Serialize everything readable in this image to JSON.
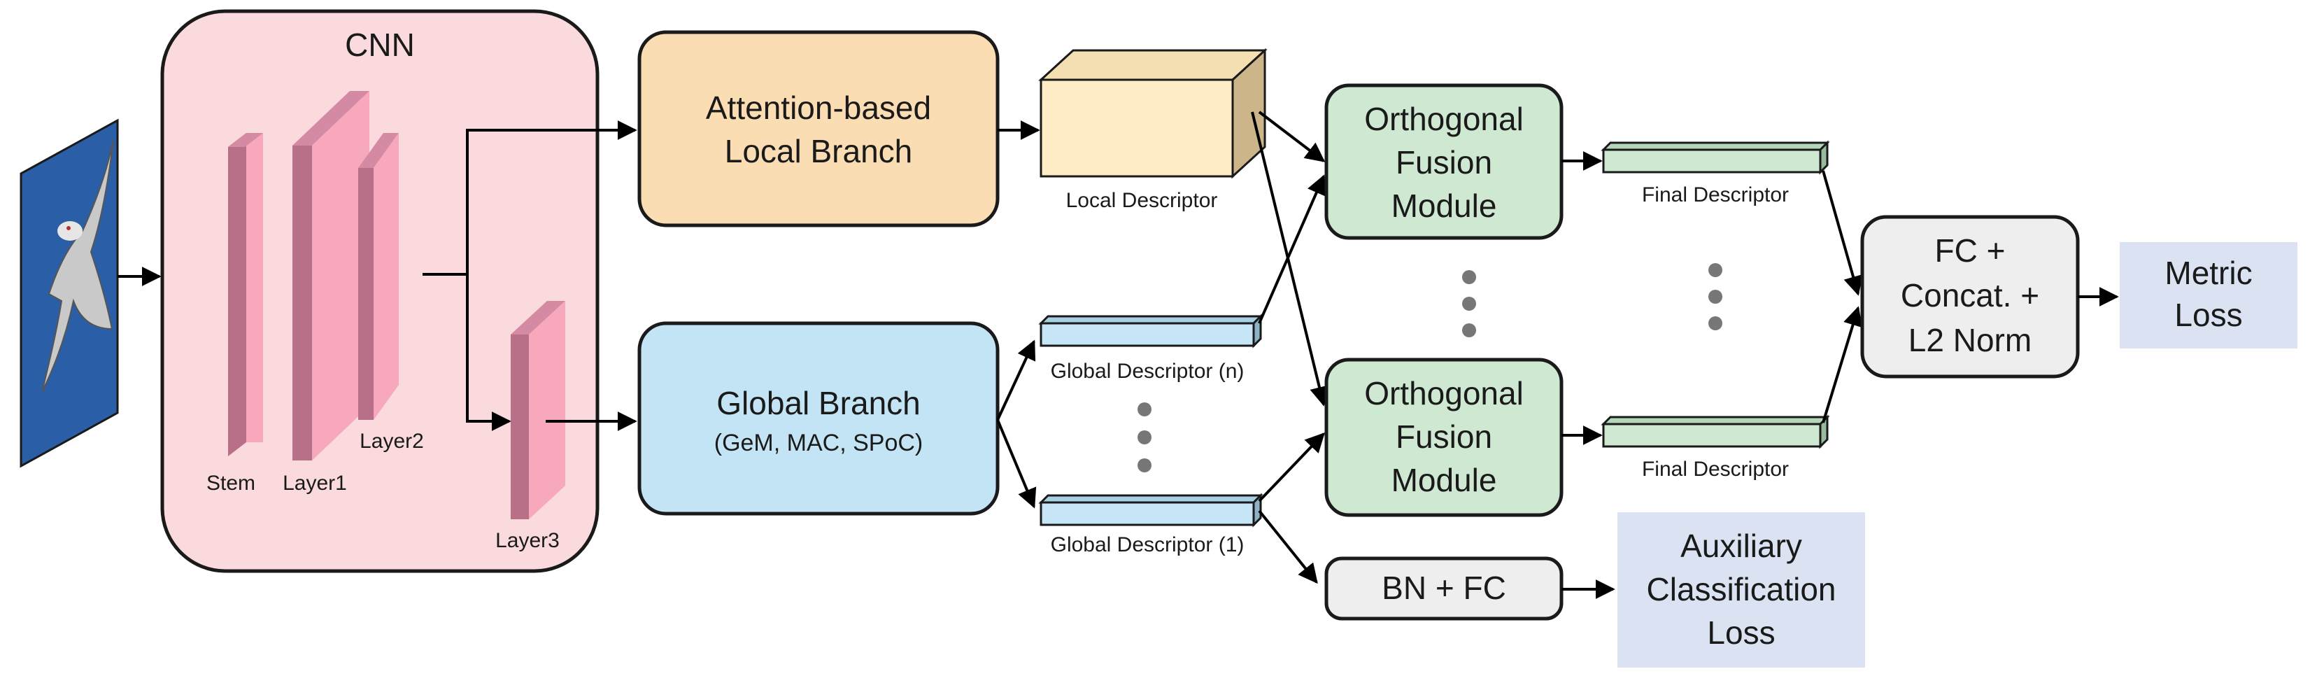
{
  "cnn": {
    "title": "CNN",
    "stem_label": "Stem",
    "layer1_label": "Layer1",
    "layer2_label": "Layer2",
    "layer3_label": "Layer3"
  },
  "local_branch": {
    "line1": "Attention-based",
    "line2": "Local Branch"
  },
  "global_branch": {
    "line1": "Global Branch",
    "line2": "(GeM, MAC, SPoC)"
  },
  "local_descriptor_label": "Local Descriptor",
  "global_descriptor_top_label": "Global Descriptor (n)",
  "global_descriptor_bottom_label": "Global Descriptor (1)",
  "fusion_top": {
    "line1": "Orthogonal",
    "line2": "Fusion",
    "line3": "Module"
  },
  "fusion_bottom": {
    "line1": "Orthogonal",
    "line2": "Fusion",
    "line3": "Module"
  },
  "final_descriptor_top_label": "Final Descriptor",
  "final_descriptor_bottom_label": "Final Descriptor",
  "fc_concat": {
    "line1": "FC +",
    "line2": "Concat. +",
    "line3": "L2 Norm"
  },
  "metric_loss": {
    "line1": "Metric",
    "line2": "Loss"
  },
  "bn_fc": "BN + FC",
  "aux_loss": {
    "line1": "Auxiliary",
    "line2": "Classification",
    "line3": "Loss"
  },
  "colors": {
    "cnn_bg": "#fadadd",
    "layer_face": "#f7a8bc",
    "layer_side": "#b87088",
    "local_branch": "#fbddb3",
    "global_branch": "#c3e4f5",
    "fusion": "#cfe8d2",
    "gray_box": "#eeeeee",
    "loss_box": "#dbe3f2",
    "local_cube_face": "#fdecc6",
    "local_cube_side": "#cdb58a",
    "descriptor_blue": "#c6e6f7",
    "descriptor_green": "#cfe8d2"
  }
}
